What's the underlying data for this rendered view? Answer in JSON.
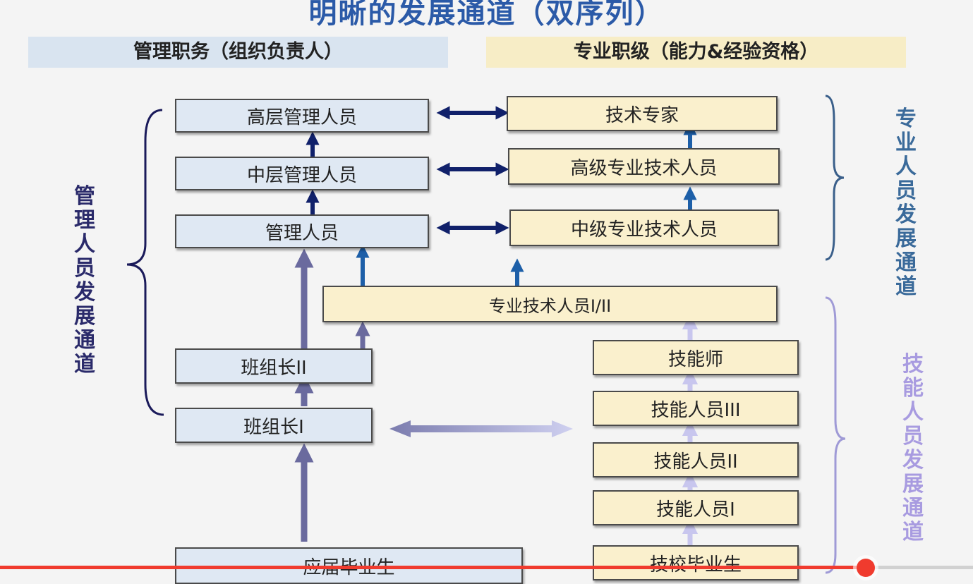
{
  "title": "明晰的发展通道（双序列）",
  "column_headers": {
    "management": "管理职务（组织负责人）",
    "professional": "专业职级（能力&经验资格）"
  },
  "management_boxes": {
    "senior": "高层管理人员",
    "middle": "中层管理人员",
    "manager": "管理人员",
    "team_leader_2": "班组长II",
    "team_leader_1": "班组长I",
    "graduate": "应届毕业生"
  },
  "professional_boxes": {
    "expert": "技术专家",
    "senior_tech": "高级专业技术人员",
    "mid_tech": "中级专业技术人员",
    "tech_1_2": "专业技术人员I/II"
  },
  "skill_boxes": {
    "technician": "技能师",
    "skilled_3": "技能人员III",
    "skilled_2": "技能人员II",
    "skilled_1": "技能人员I",
    "vocational_grad": "技校毕业生"
  },
  "side_labels": {
    "management_channel": "管理人员发展通道",
    "professional_channel": "专业人员发展通道",
    "skill_channel": "技能人员发展通道"
  },
  "colors": {
    "title": "#2b5aa8",
    "blue_box": "#dfe8f3",
    "cream_box": "#faf0cd",
    "management_label": "#2a2a6a",
    "professional_label": "#3a6a9a",
    "skill_label": "#a89be0",
    "progress": "#f03b2e"
  },
  "video_progress_fraction": 0.89
}
